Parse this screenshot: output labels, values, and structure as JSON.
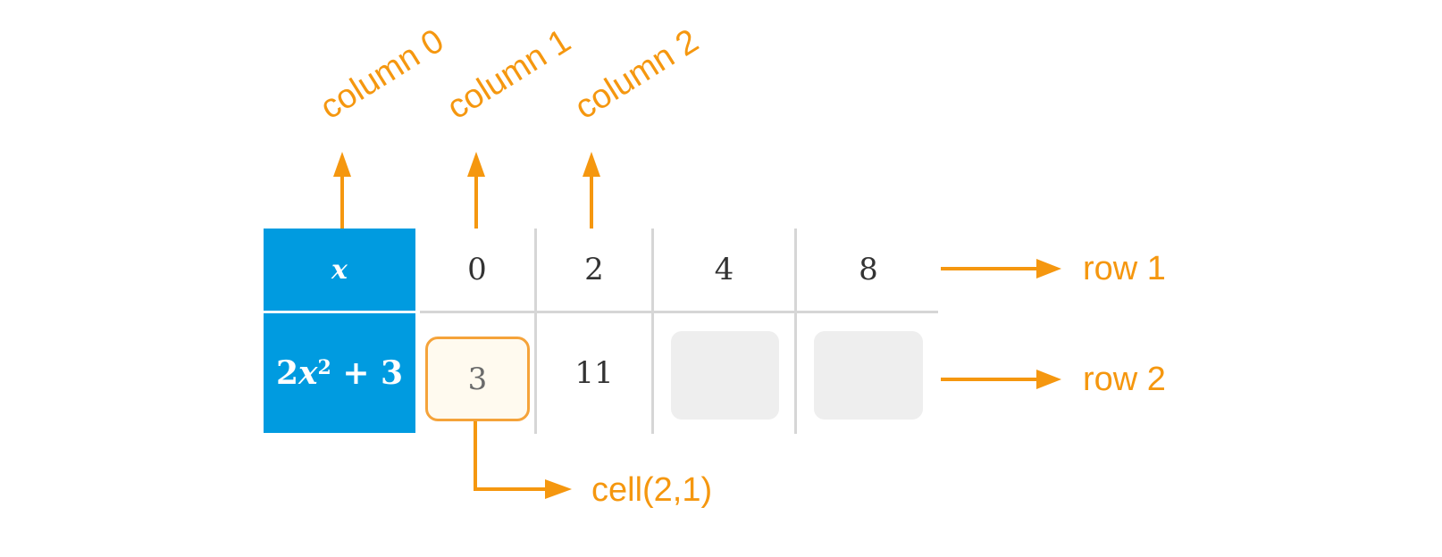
{
  "diagram": {
    "accent_color": "#f5970f",
    "header_color": "#009be0",
    "table": {
      "row1_header": "x",
      "row2_header": {
        "coef": "2",
        "var": "x",
        "exp": "2",
        "rest": " + 3"
      },
      "row1_values": [
        "0",
        "2",
        "4",
        "8"
      ],
      "row2_values": [
        "3",
        "11",
        "",
        ""
      ],
      "selected_cell": {
        "row": 2,
        "col": 1,
        "value": "3"
      }
    },
    "annotations": {
      "columns": [
        "column 0",
        "column 1",
        "column 2"
      ],
      "rows": [
        "row 1",
        "row 2"
      ],
      "cell": "cell(2,1)"
    }
  }
}
